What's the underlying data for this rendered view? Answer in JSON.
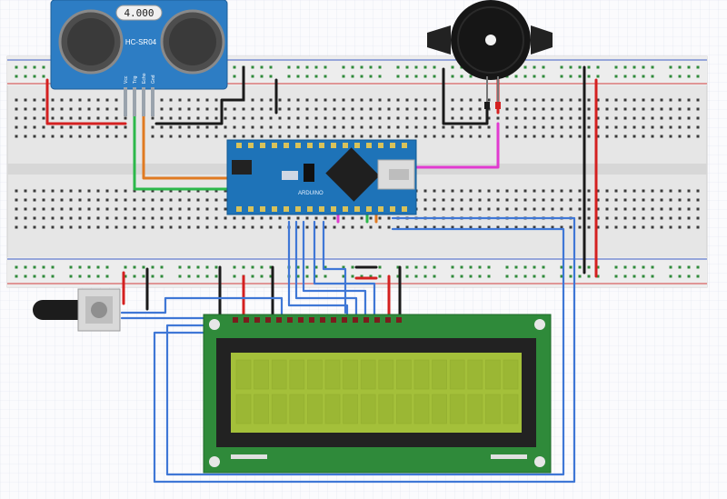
{
  "sensor": {
    "crystal_text": "4.000",
    "model_text": "HC-SR04",
    "pins": [
      "Vcc",
      "Trig",
      "Echo",
      "Gnd"
    ]
  },
  "arduino": {
    "logo_text": "ARDUINO"
  },
  "colors": {
    "breadboard": "#e9e9e9",
    "rail_red": "#d44040",
    "rail_blue": "#4060c8",
    "hole": "#3a3a3a",
    "rail_hole": "#2f8a3a",
    "arduino_pcb": "#1e73b8",
    "lcd_pcb": "#2f8a3a",
    "lcd_screen": "#a4c03a",
    "wire_red": "#d42020",
    "wire_black": "#1a1a1a",
    "wire_blue": "#3f77d6",
    "wire_orange": "#e07a22",
    "wire_green": "#2cb84a",
    "wire_pink": "#e13ad0"
  },
  "icons": [
    "ultrasonic-sensor-icon",
    "buzzer-icon",
    "potentiometer-icon",
    "arduino-nano-icon",
    "lcd-display-icon"
  ]
}
